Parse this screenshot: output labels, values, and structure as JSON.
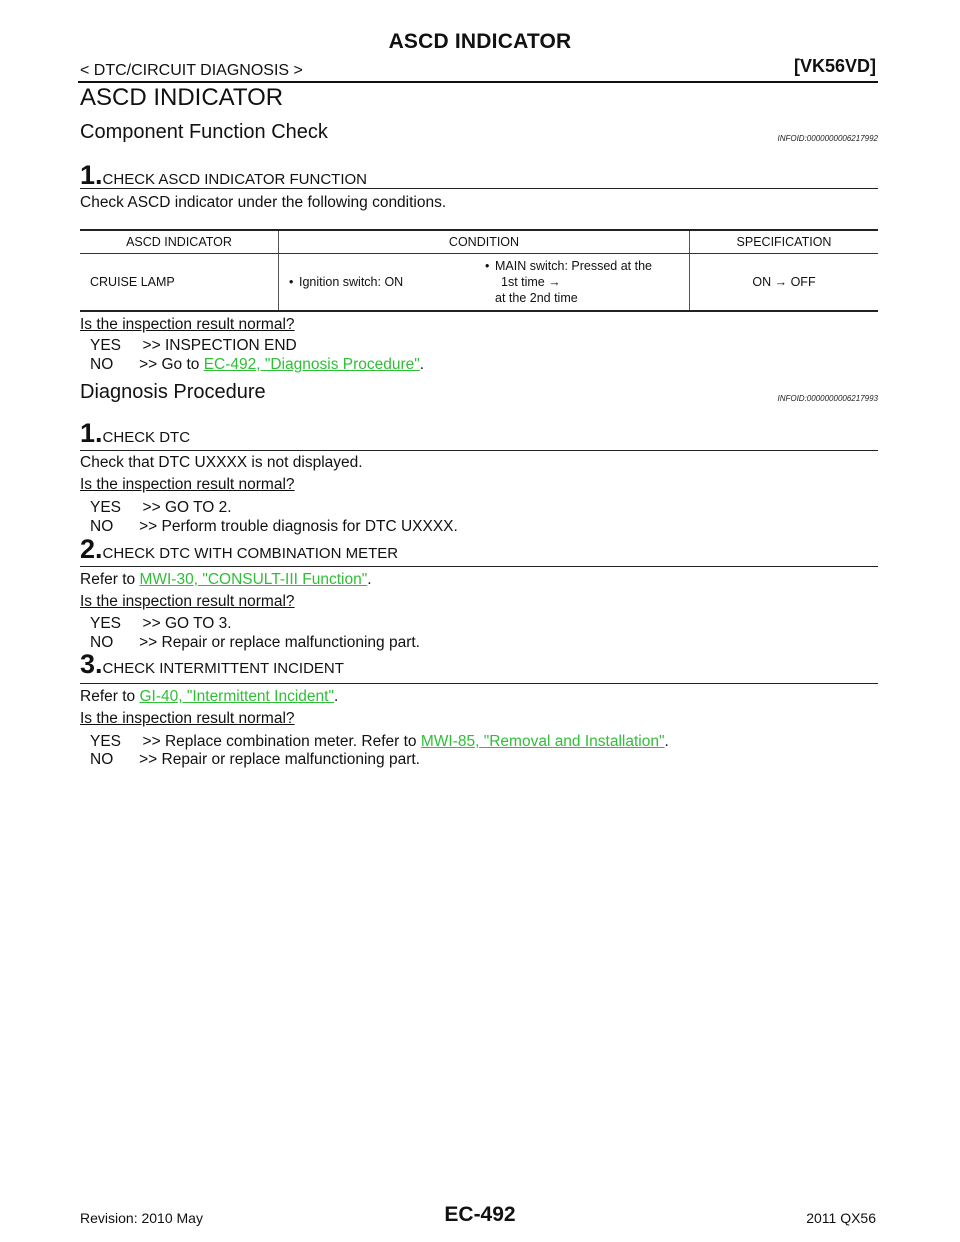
{
  "header": {
    "title": "ASCD INDICATOR",
    "breadcrumb": "< DTC/CIRCUIT DIAGNOSIS >",
    "model_code": "[VK56VD]"
  },
  "section_title": "ASCD INDICATOR",
  "component_check": {
    "heading": "Component Function Check",
    "infoid": "INFOID:0000000006217992",
    "step1": {
      "num": "1.",
      "title": "CHECK ASCD INDICATOR FUNCTION",
      "instruction": "Check ASCD indicator under the following conditions.",
      "table": {
        "headers": [
          "ASCD INDICATOR",
          "CONDITION",
          "SPECIFICATION"
        ],
        "row": {
          "indicator": "CRUISE LAMP",
          "condition1": "Ignition switch: ON",
          "condition2_line1": "MAIN switch: Pressed at the",
          "condition2_line2": "1st time →",
          "condition2_line3": "at the 2nd time",
          "specification": "ON → OFF"
        }
      },
      "question": "Is the inspection result normal?",
      "yes_prefix": "YES     >> ",
      "yes_text": "INSPECTION END",
      "no_prefix": "NO      >> ",
      "no_text": "Go to ",
      "no_link": "EC-492, \"Diagnosis Procedure\"",
      "no_suffix": "."
    }
  },
  "diagnosis": {
    "heading": "Diagnosis Procedure",
    "infoid": "INFOID:0000000006217993",
    "step1": {
      "num": "1.",
      "title": "CHECK DTC",
      "instruction": "Check that DTC UXXXX is not displayed.",
      "question": "Is the inspection result normal?",
      "yes_prefix": "YES     >> ",
      "yes_text": "GO TO 2.",
      "no_prefix": "NO      >> ",
      "no_text": "Perform trouble diagnosis for DTC UXXXX."
    },
    "step2": {
      "num": "2.",
      "title": "CHECK DTC WITH COMBINATION METER",
      "refer": "Refer to ",
      "link": "MWI-30, \"CONSULT-III Function\"",
      "suffix": ".",
      "question": "Is the inspection result normal?",
      "yes_prefix": "YES     >> ",
      "yes_text": "GO TO 3.",
      "no_prefix": "NO      >> ",
      "no_text": "Repair or replace malfunctioning part."
    },
    "step3": {
      "num": "3.",
      "title": "CHECK INTERMITTENT INCIDENT",
      "refer": "Refer to ",
      "link": "GI-40, \"Intermittent Incident\"",
      "suffix": ".",
      "question": "Is the inspection result normal?",
      "yes_prefix": "YES     >> ",
      "yes_text": "Replace combination meter. Refer to ",
      "yes_link": "MWI-85, \"Removal and Installation\"",
      "yes_suffix": ".",
      "no_prefix": "NO      >> ",
      "no_text": "Repair or replace malfunctioning part."
    }
  },
  "footer": {
    "revision": "Revision: 2010 May",
    "page": "EC-492",
    "model": "2011 QX56"
  }
}
